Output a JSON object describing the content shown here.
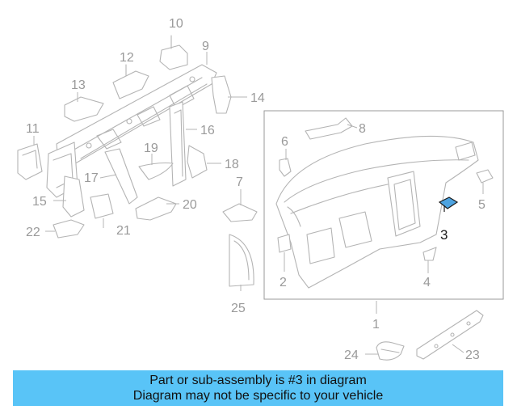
{
  "diagram": {
    "highlighted_part": "3",
    "labels": [
      "1",
      "2",
      "3",
      "4",
      "5",
      "6",
      "7",
      "8",
      "9",
      "10",
      "11",
      "12",
      "13",
      "14",
      "15",
      "16",
      "17",
      "18",
      "19",
      "20",
      "21",
      "22",
      "23",
      "24",
      "25"
    ]
  },
  "banner": {
    "line1": "Part or sub-assembly is #3 in diagram",
    "line2": "Diagram may not be specific to your vehicle",
    "color": "#59c4f7"
  },
  "colors": {
    "part_stroke": "#b4b4b4",
    "label": "#9a9a9a",
    "highlight": "#1a1a1a",
    "highlight_fill": "#4da3e0"
  }
}
